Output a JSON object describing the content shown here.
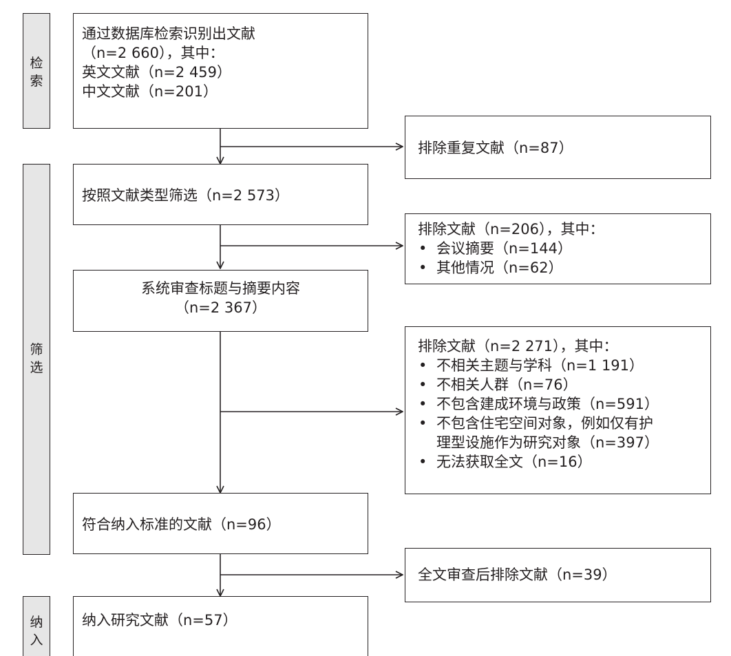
{
  "stages": {
    "search": [
      "检",
      "索"
    ],
    "screen": [
      "筛",
      "选"
    ],
    "include": [
      "纳",
      "入"
    ]
  },
  "boxes": {
    "identified": {
      "line1": "通过数据库检索识别出文献",
      "line2": "（n=2 660），其中：",
      "line3": "英文文献（n=2 459）",
      "line4": "中文文献（n=201）"
    },
    "duplicates": "排除重复文献（n=87）",
    "type_screen": "按照文献类型筛选（n=2 573）",
    "excluded_type": {
      "heading": "排除文献（n=206），其中：",
      "items": [
        "会议摘要（n=144）",
        "其他情况（n=62）"
      ]
    },
    "title_abstract": {
      "line1": "系统审查标题与摘要内容",
      "line2": "（n=2 367）"
    },
    "excluded_title": {
      "heading": "排除文献（n=2 271），其中：",
      "items": [
        "不相关主题与学科（n=1 191）",
        "不相关人群（n=76）",
        "不包含建成环境与政策（n=591）",
        "不包含住宅空间对象，例如仅有护",
        "无法获取全文（n=16）"
      ],
      "item4_cont": "理型设施作为研究对象（n=397）"
    },
    "eligible": "符合纳入标准的文献（n=96）",
    "excluded_fulltext": "全文审查后排除文献（n=39）",
    "included": "纳入研究文献（n=57）"
  },
  "colors": {
    "line": "#231f20",
    "stage_fill": "#e6e6e6",
    "box_fill": "#ffffff"
  }
}
